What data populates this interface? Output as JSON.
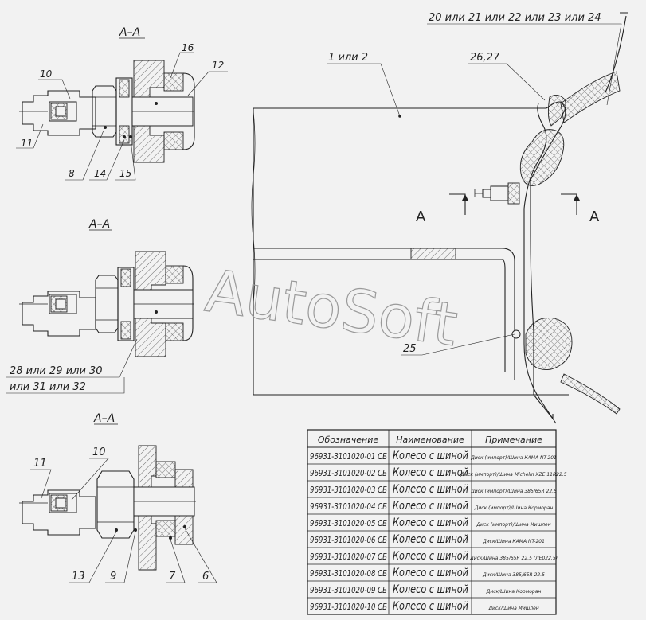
{
  "watermark": "AutoSoft",
  "section_labels": [
    "А–А",
    "А–А",
    "А–А"
  ],
  "cut_marks": {
    "left": "А",
    "right": "А"
  },
  "callouts": {
    "c16": "16",
    "c12": "12",
    "c10a": "10",
    "c11a": "11",
    "c8": "8",
    "c14": "14",
    "c15": "15",
    "c28": "28 или 29 или 30",
    "c31": "или 31 или 32",
    "c11b": "11",
    "c10b": "10",
    "c13": "13",
    "c9": "9",
    "c7": "7",
    "c6": "6",
    "c1": "1 или 2",
    "c2627": "26,27",
    "c20": "20 или 21 или 22 или 23 или 24",
    "c25": "25"
  },
  "table": {
    "headers": [
      "Обозначение",
      "Наименование",
      "Примечание"
    ],
    "rows": [
      {
        "code": "96931-3101020-01 СБ",
        "name": "Колесо с шиной",
        "note": "Диск (импорт)/Шина КАМА NT-201"
      },
      {
        "code": "96931-3101020-02 СБ",
        "name": "Колесо с шиной",
        "note": "Диск (импорт)/Шина Michelin XZE 11R22.5"
      },
      {
        "code": "96931-3101020-03 СБ",
        "name": "Колесо с шиной",
        "note": "Диск (импорт)/Шина 385/65R 22.5"
      },
      {
        "code": "96931-3101020-04 СБ",
        "name": "Колесо с шиной",
        "note": "Диск (импорт)/Шина Корморан"
      },
      {
        "code": "96931-3101020-05 СБ",
        "name": "Колесо с шиной",
        "note": "Диск (импорт)/Шина Мишлен"
      },
      {
        "code": "96931-3101020-06 СБ",
        "name": "Колесо с шиной",
        "note": "Диск/Шина КАМА NT-201"
      },
      {
        "code": "96931-3101020-07 СБ",
        "name": "Колесо с шиной",
        "note": "Диск/Шина 385/65R 22.5 (ЛЕ022.5)"
      },
      {
        "code": "96931-3101020-08 СБ",
        "name": "Колесо с шиной",
        "note": "Диск/Шина 385/65R 22.5"
      },
      {
        "code": "96931-3101020-09 СБ",
        "name": "Колесо с шиной",
        "note": "Диск/Шина Корморан"
      },
      {
        "code": "96931-3101020-10 СБ",
        "name": "Колесо с шиной",
        "note": "Диск/Шина Мишлен"
      }
    ]
  }
}
